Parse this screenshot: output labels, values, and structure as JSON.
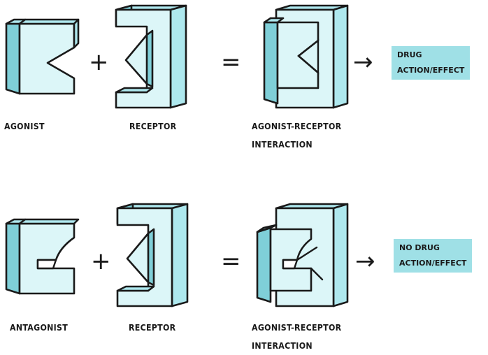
{
  "colors": {
    "front": "#dcf6f8",
    "side": "#aee8ee",
    "dark": "#7fcfd8",
    "box": "#9fe0e6",
    "ink": "#1a1a1a"
  },
  "row1": {
    "plus": "+",
    "equals": "=",
    "arrow": "→",
    "agonist_label": "AGONIST",
    "receptor_label": "RECEPTOR",
    "complex_label_line1": "AGONIST-RECEPTOR",
    "complex_label_line2": "INTERACTION",
    "result_line1": "DRUG",
    "result_line2": "ACTION/EFFECT"
  },
  "row2": {
    "plus": "+",
    "equals": "=",
    "arrow": "→",
    "antagonist_label": "ANTAGONIST",
    "receptor_label": "RECEPTOR",
    "complex_label_line1": "AGONIST-RECEPTOR",
    "complex_label_line2": "INTERACTION",
    "result_line1": "NO DRUG",
    "result_line2": "ACTION/EFFECT"
  }
}
